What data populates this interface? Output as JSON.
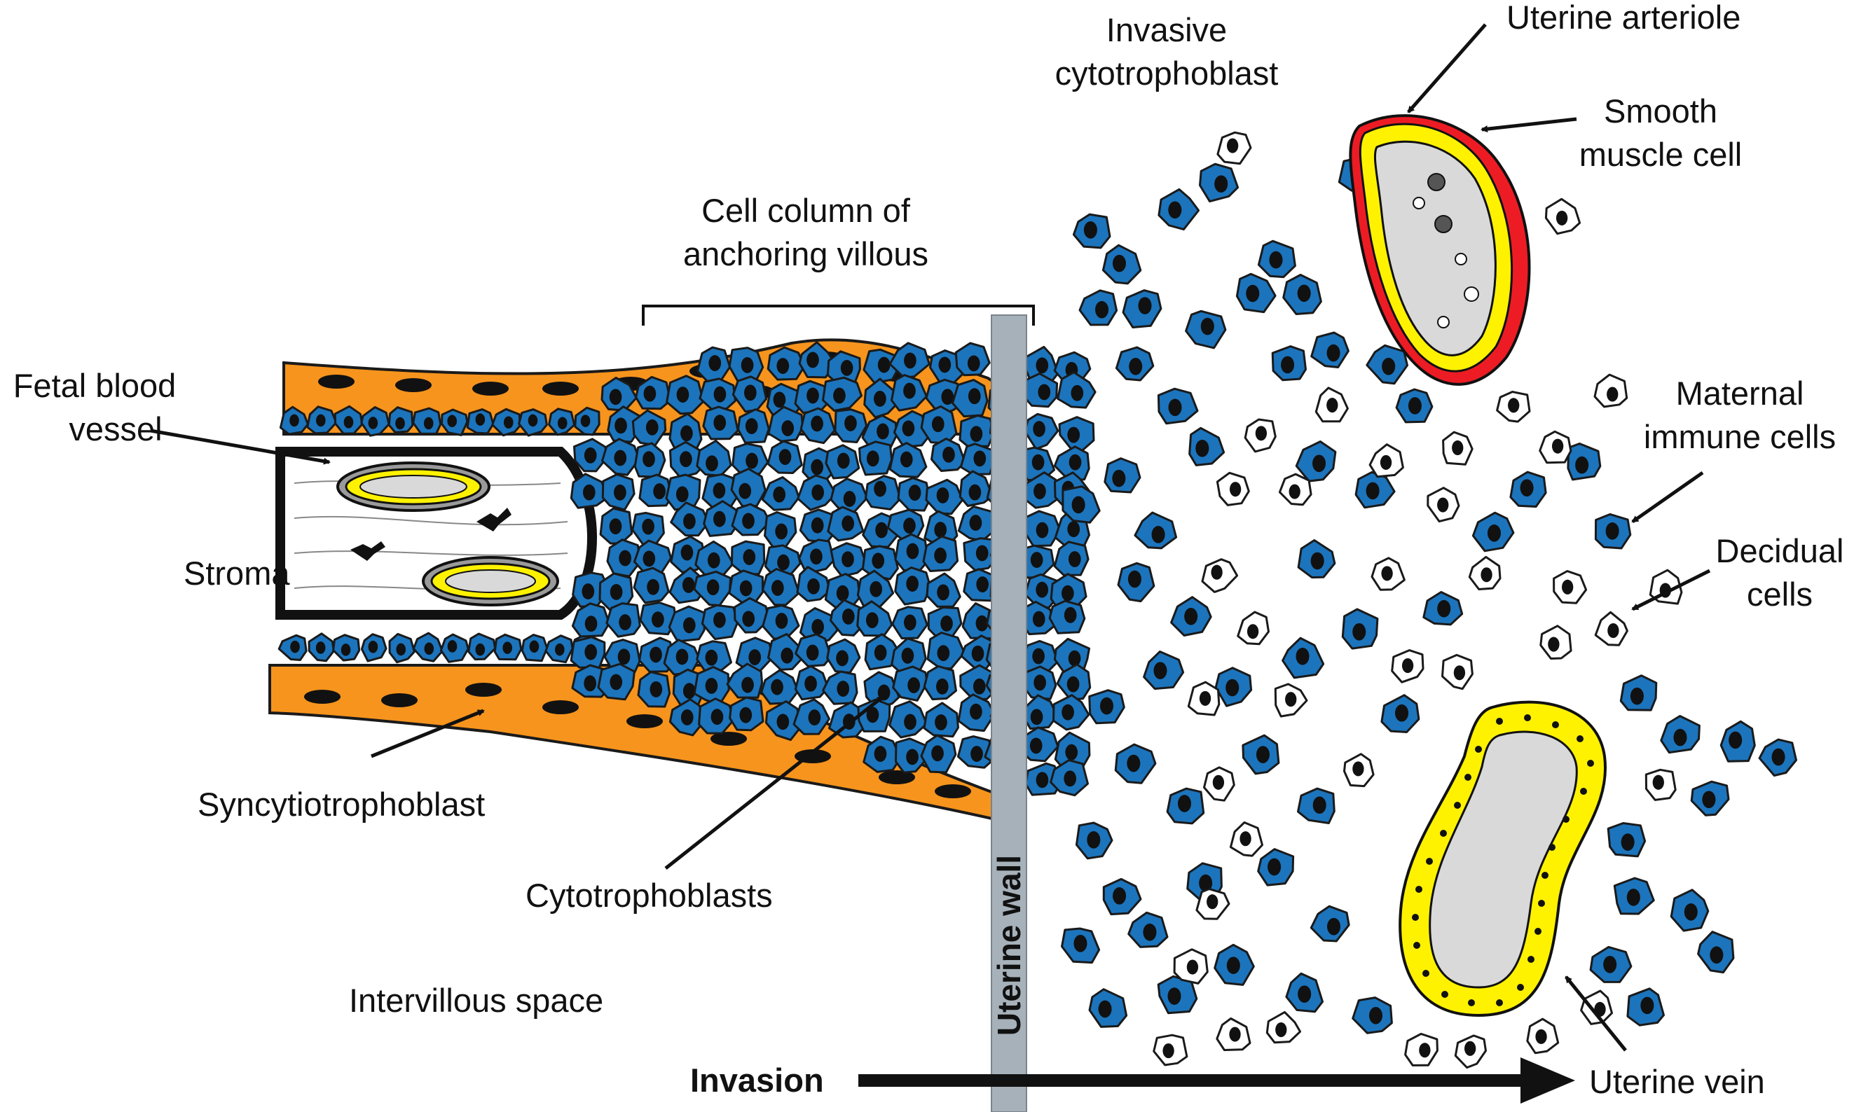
{
  "labels": {
    "fetal_blood_vessel": [
      "Fetal blood",
      "vessel"
    ],
    "stroma": "Stroma",
    "cell_column": [
      "Cell column of",
      "anchoring villous"
    ],
    "syncytiotrophoblast": "Syncytiotrophoblast",
    "cytotrophoblasts": "Cytotrophoblasts",
    "intervillous_space": "Intervillous space",
    "uterine_wall": "Uterine wall",
    "invasion": "Invasion",
    "invasive_cytotrophoblast": [
      "Invasive",
      "cytotrophoblast"
    ],
    "uterine_arteriole": "Uterine arteriole",
    "smooth_muscle_cell": [
      "Smooth",
      "muscle cell"
    ],
    "maternal_immune_cells": [
      "Maternal",
      "immune cells"
    ],
    "decidual_cells": [
      "Decidual",
      "cells"
    ],
    "uterine_vein": "Uterine vein"
  },
  "colors": {
    "cytotrophoblast": "#1c74bc",
    "syncytiotrophoblast": "#f7941d",
    "endothelium": "#fff200",
    "smooth_muscle": "#ed1c24",
    "lumen": "#d9d9d9",
    "uterine_wall": "#a7b1b9",
    "nucleus": "#111111",
    "outline": "#1a1a1a"
  }
}
